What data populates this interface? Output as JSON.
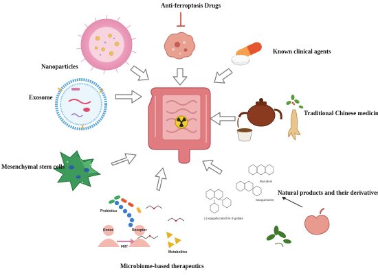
{
  "labels": {
    "anti_ferroptosis": "Anti-ferroptosis Drugs",
    "nanoparticles": "Nanoparticles",
    "clinical_agents": "Known clinical agents",
    "exosome": "Exosome",
    "tcm": "Traditional Chinese medicine",
    "msc": "Mesenchymal stem cells",
    "natural_products": "Natural products and their derivatives",
    "microbiome": "Microbiome-based therapeutics"
  },
  "natural_sub": {
    "baicalein": "Baicalein",
    "sanguinarine": "Sanguinarine",
    "egcg": "(-)-epigallocatechin-3-gallate"
  },
  "microbiome_sub": {
    "probiotics": "Probiotics",
    "metabolites": "Metabolites",
    "donor": "Donor",
    "recipient": "Receptor",
    "fmt": "FMT"
  },
  "colors": {
    "intestine": "#e07b80",
    "intestine_dark": "#b8515a",
    "arrow_fill": "#ffffff",
    "arrow_stroke": "#777777",
    "inhibit": "#c0392b"
  }
}
